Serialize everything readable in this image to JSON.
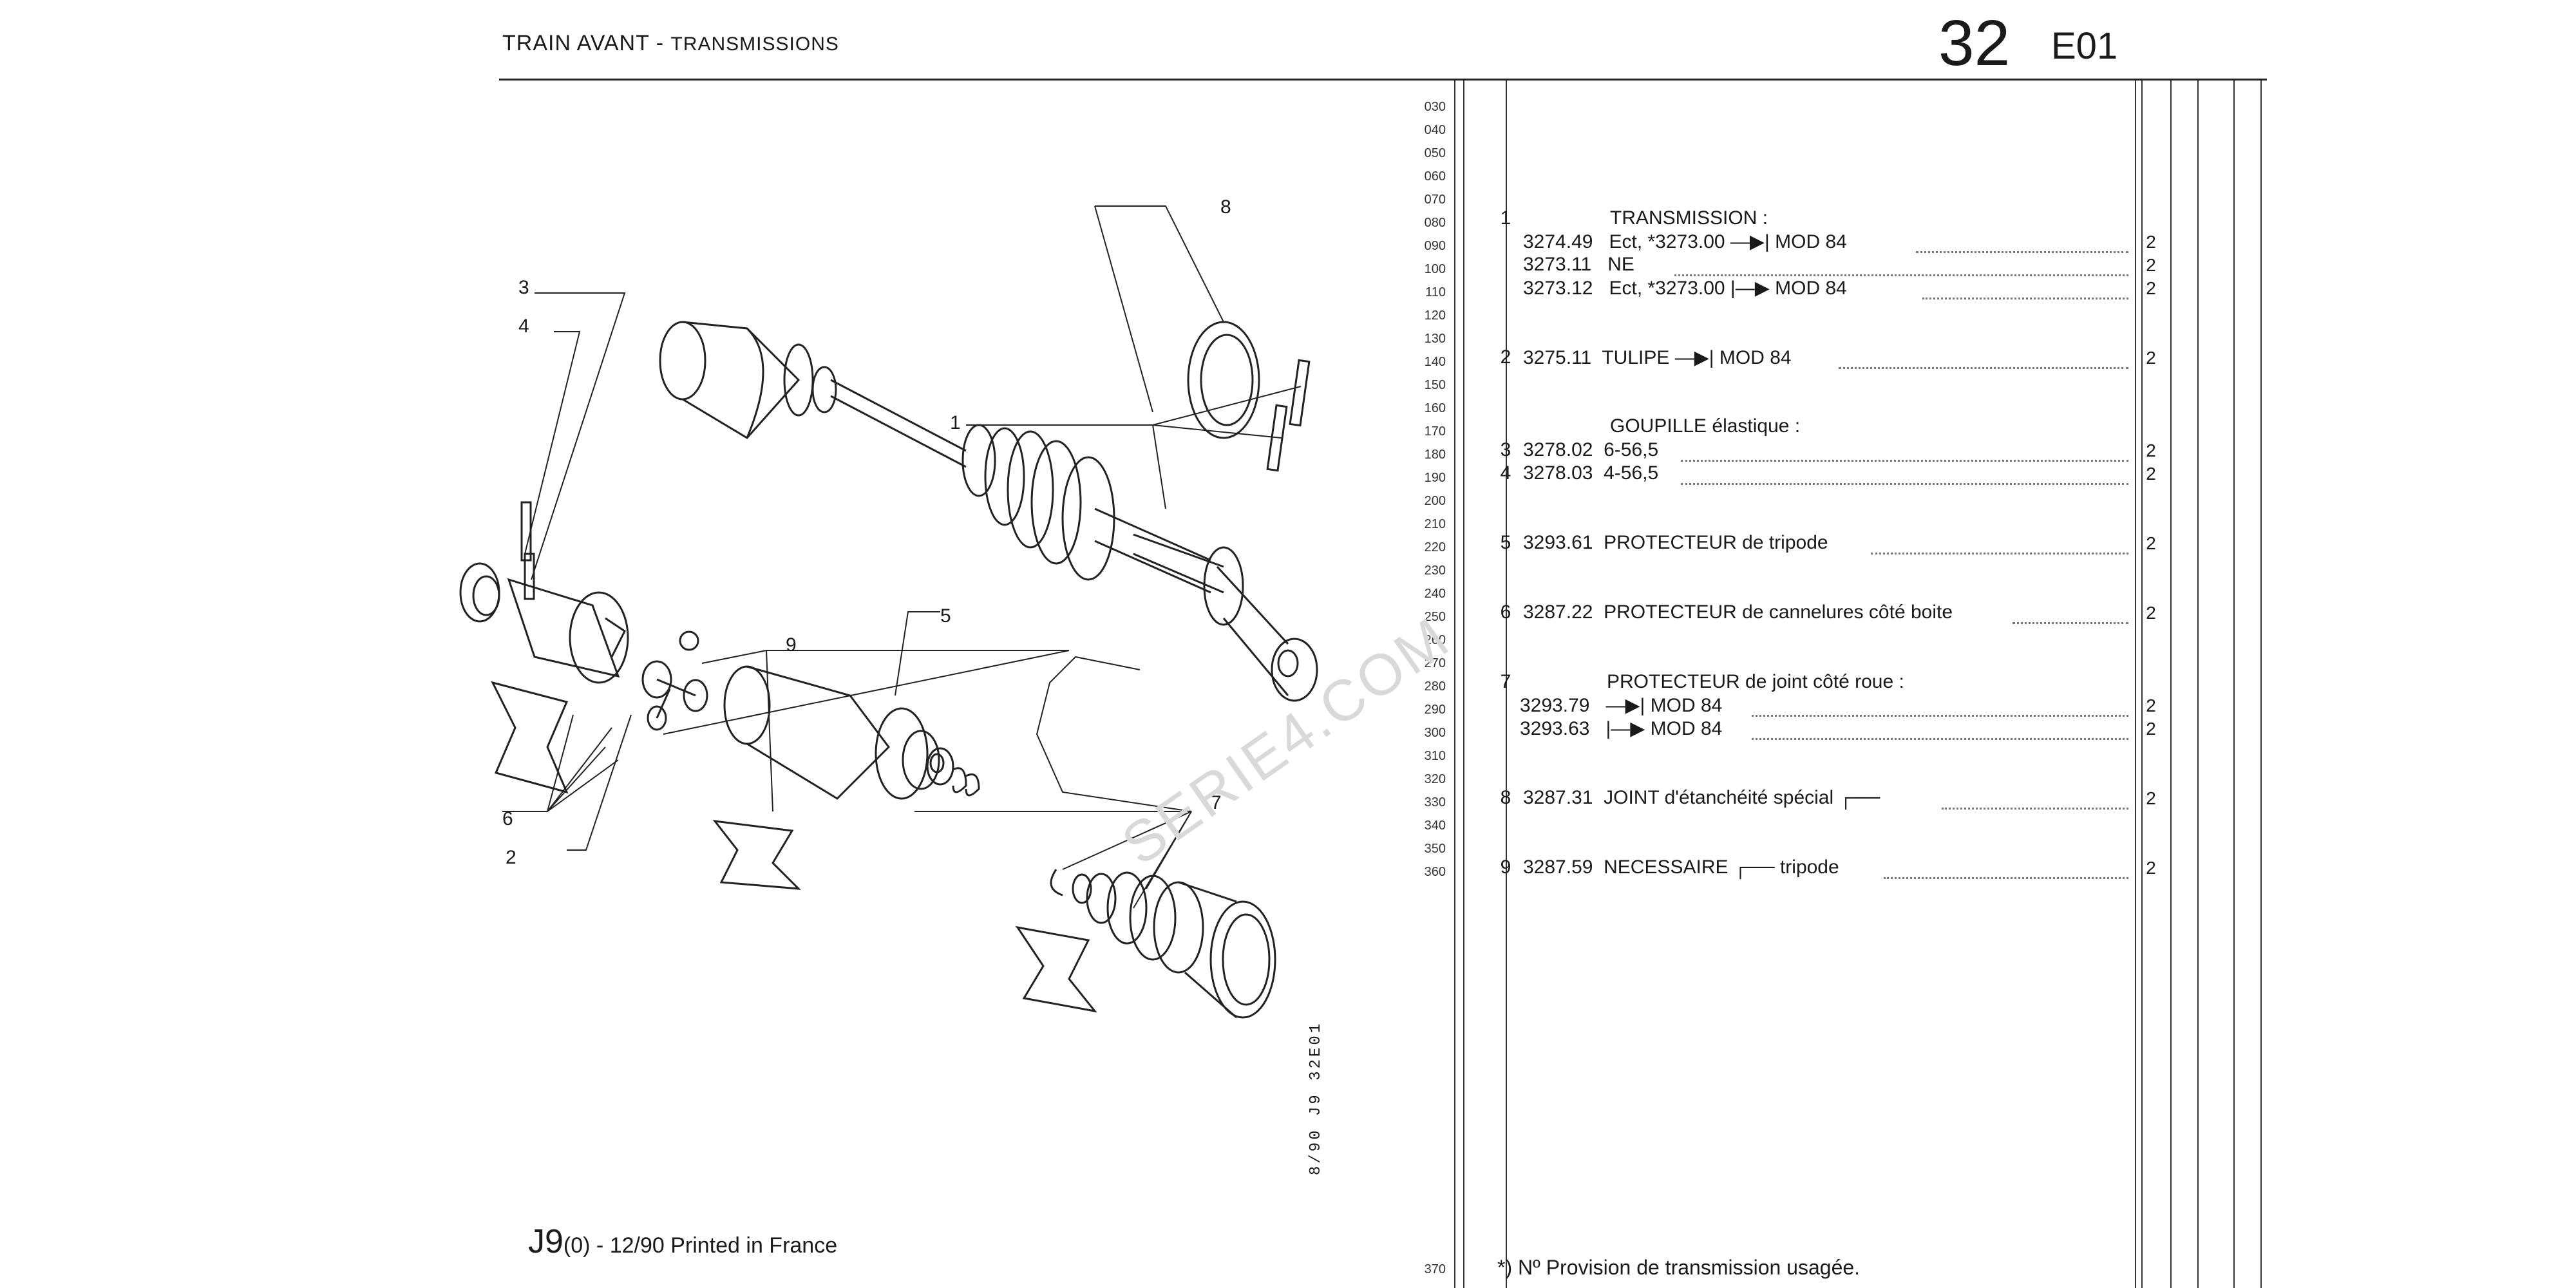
{
  "header": {
    "title_main": "TRAIN AVANT -",
    "title_sub": "TRANSMISSIONS",
    "page_number": "32",
    "page_code": "E01"
  },
  "line_numbers": [
    "030",
    "040",
    "050",
    "060",
    "070",
    "080",
    "090",
    "100",
    "110",
    "120",
    "130",
    "140",
    "150",
    "160",
    "170",
    "180",
    "190",
    "200",
    "210",
    "220",
    "230",
    "240",
    "250",
    "260",
    "270",
    "280",
    "290",
    "300",
    "310",
    "320",
    "330",
    "340",
    "350",
    "360",
    "370"
  ],
  "parts": {
    "transmission_title": "TRANSMISSION :",
    "transmission_fig": "1",
    "transmission_rows": [
      {
        "ref": "3274.49",
        "desc": "Ect, *3273.00 —▶| MOD 84",
        "qty": "2"
      },
      {
        "ref": "3273.11",
        "desc": "NE",
        "qty": "2"
      },
      {
        "ref": "3273.12",
        "desc": "Ect, *3273.00 |—▶ MOD 84",
        "qty": "2"
      }
    ],
    "tulipe": {
      "fig": "2",
      "ref": "3275.11",
      "desc": "TULIPE —▶| MOD 84",
      "qty": "2"
    },
    "goupille_title": "GOUPILLE élastique :",
    "goupille_rows": [
      {
        "fig": "3",
        "ref": "3278.02",
        "desc": "6-56,5",
        "qty": "2"
      },
      {
        "fig": "4",
        "ref": "3278.03",
        "desc": "4-56,5",
        "qty": "2"
      }
    ],
    "protecteur_tripode": {
      "fig": "5",
      "ref": "3293.61",
      "desc": "PROTECTEUR de tripode",
      "qty": "2"
    },
    "protecteur_cannelures": {
      "fig": "6",
      "ref": "3287.22",
      "desc": "PROTECTEUR de cannelures côté boite",
      "qty": "2"
    },
    "protecteur_joint_title": "PROTECTEUR de joint côté roue :",
    "protecteur_joint_fig": "7",
    "protecteur_joint_rows": [
      {
        "ref": "3293.79",
        "desc": "—▶| MOD 84",
        "qty": "2"
      },
      {
        "ref": "3293.63",
        "desc": "|—▶ MOD 84",
        "qty": "2"
      }
    ],
    "joint": {
      "fig": "8",
      "ref": "3287.31",
      "desc": "JOINT d'étanchéité spécial ┌──",
      "qty": "2"
    },
    "necessaire": {
      "fig": "9",
      "ref": "3287.59",
      "desc": "NECESSAIRE ┌── tripode",
      "qty": "2"
    }
  },
  "callouts": [
    "1",
    "2",
    "3",
    "4",
    "5",
    "6",
    "7",
    "8",
    "9"
  ],
  "footer": {
    "model": "J9",
    "edition": "(0) - 12/90 Printed in France",
    "vertical_ref": "8/90 J9 32E01",
    "footnote": "*)  Nº  Provision de transmission usagée."
  },
  "watermark": "SERIE4.COM"
}
